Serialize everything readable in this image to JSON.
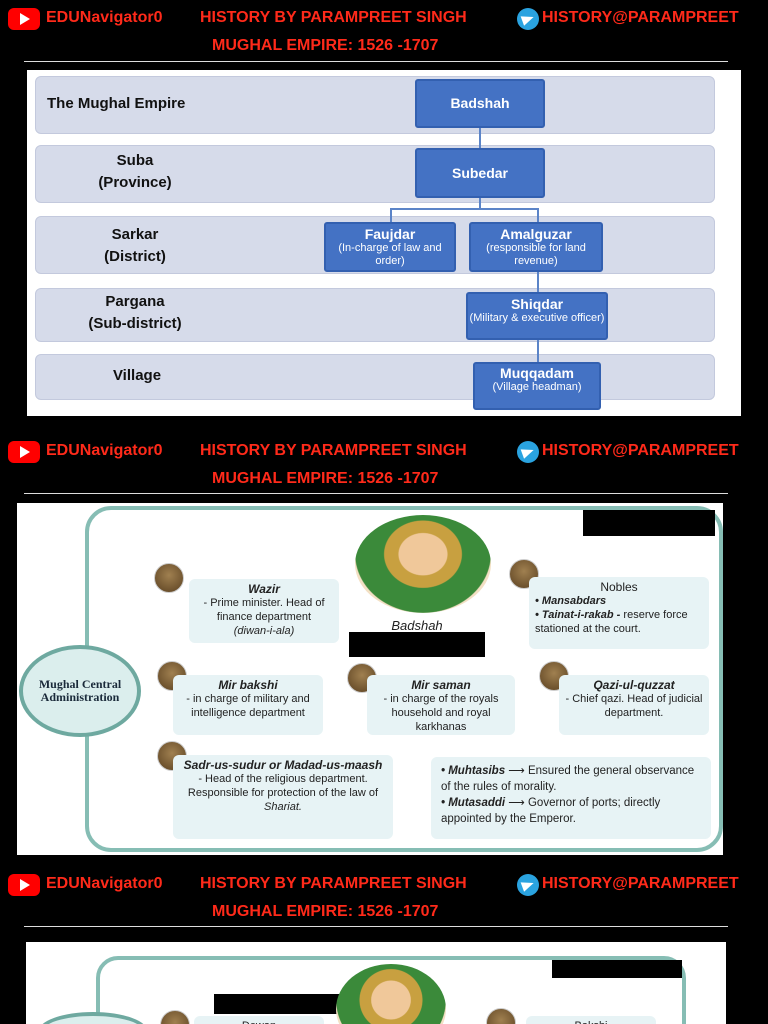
{
  "header": {
    "channel": "EDUNavigator0",
    "title": "HISTORY BY PARAMPREET SINGH",
    "handle": "HISTORY@PARAMPREET",
    "subtitle": "MUGHAL EMPIRE: 1526 -1707"
  },
  "admin_chart": {
    "rows": [
      {
        "level": "The Mughal Empire",
        "level_sub": ""
      },
      {
        "level": "Suba",
        "level_sub": "(Province)"
      },
      {
        "level": "Sarkar",
        "level_sub": "(District)"
      },
      {
        "level": "Pargana",
        "level_sub": "(Sub-district)"
      },
      {
        "level": "Village",
        "level_sub": ""
      }
    ],
    "boxes": {
      "badshah": {
        "name": "Badshah"
      },
      "subedar": {
        "name": "Subedar"
      },
      "faujdar": {
        "name": "Faujdar",
        "desc": "(In-charge of law and order)"
      },
      "amalguzar": {
        "name": "Amalguzar",
        "desc": "(responsible for land revenue)"
      },
      "shiqdar": {
        "name": "Shiqdar",
        "desc": "(Military & executive officer)"
      },
      "muqqadam": {
        "name": "Muqqadam",
        "desc": "(Village headman)"
      }
    }
  },
  "central_admin": {
    "center": "Mughal Central Administration",
    "badshah": "Badshah",
    "wazir": {
      "title": "Wazir",
      "desc": "- Prime minister. Head of finance department",
      "note": "(diwan-i-ala)"
    },
    "nobles": {
      "title": "Nobles",
      "item1": "• Mansabdars",
      "item2": "• Tainat-i-rakab -",
      "item2_desc": "reserve force stationed at the court."
    },
    "mir_bakshi": {
      "title": "Mir bakshi",
      "desc": "- in charge of military and intelligence department"
    },
    "mir_saman": {
      "title": "Mir saman",
      "desc": "- in charge of the royals household and royal karkhanas"
    },
    "qazi": {
      "title": "Qazi-ul-quzzat",
      "desc": "- Chief qazi. Head of judicial department."
    },
    "sadr": {
      "title": "Sadr-us-sudur or Madad-us-maash",
      "desc": "- Head of the religious department. Responsible for protection of the law of",
      "law": "Shariat."
    },
    "muhtasibs": {
      "title": "• Muhtasibs",
      "desc": "⟶ Ensured the general observance of the rules of morality."
    },
    "mutasaddi": {
      "title": "• Mutasaddi",
      "desc": "⟶ Governor of ports; directly appointed by the Emperor."
    }
  },
  "panel3": {
    "card_left": "Dewan",
    "card_right": "Bakshi"
  }
}
